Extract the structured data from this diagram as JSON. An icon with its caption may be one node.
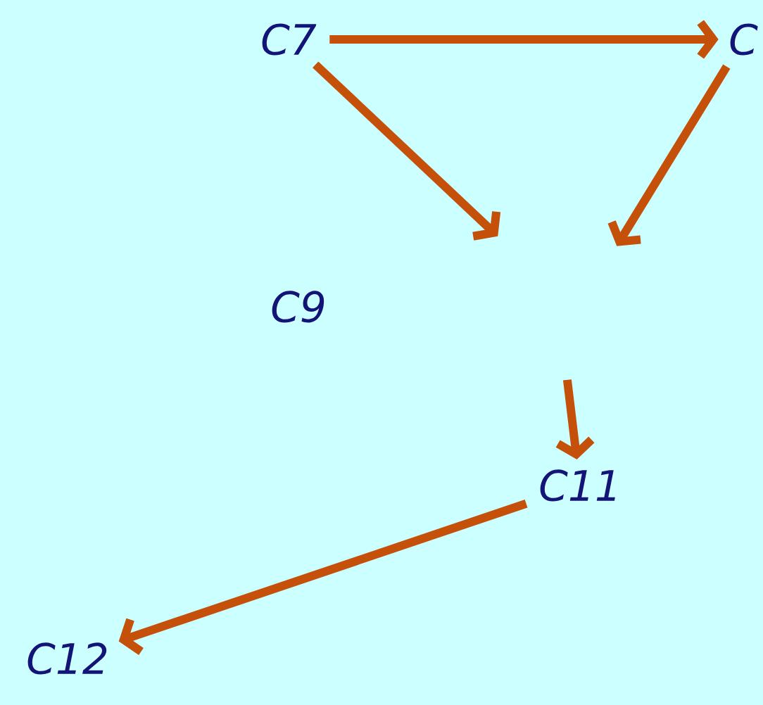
{
  "diagram": {
    "nodes": [
      {
        "text": [
          "C7"
        ]
      },
      {
        "text": [
          "C"
        ]
      },
      {
        "text": [
          "C9"
        ]
      },
      {
        "text": [
          "C11"
        ]
      },
      {
        "text": [
          "C12"
        ]
      }
    ],
    "edges": [
      {
        "from": 0,
        "to": 1,
        "arrow": "to"
      },
      {
        "from": 0,
        "to": null,
        "arrow": "to"
      },
      {
        "from": 1,
        "to": null,
        "arrow": "to"
      },
      {
        "from": null,
        "to": 3,
        "arrow": "to"
      },
      {
        "from": 3,
        "to": 4,
        "arrow": "to"
      }
    ]
  }
}
